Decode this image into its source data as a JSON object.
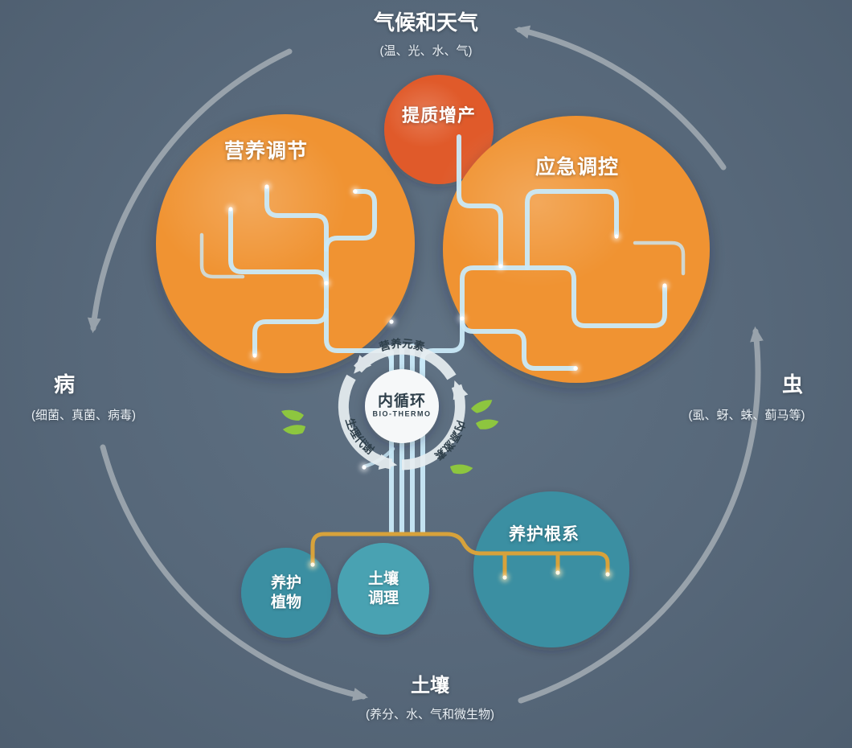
{
  "colors": {
    "bg": "#57687a",
    "bg-light": "#607284",
    "orange": "#f09330",
    "orange-deep": "#e05a2b",
    "teal": "#3a8fa2",
    "teal-light": "#49a2b2",
    "branch": "#c9e9f8",
    "root": "#d7a23b",
    "leaf": "#8dc63f",
    "arc": "#a4adb4",
    "ring": "#e8eef1"
  },
  "outer": {
    "top": {
      "title": "气候和天气",
      "sub": "(温、光、水、气)"
    },
    "left": {
      "title": "病",
      "sub": "(细菌、真菌、病毒)"
    },
    "right": {
      "title": "虫",
      "sub": "(虱、蚜、蛛、蓟马等)"
    },
    "bottom": {
      "title": "土壤",
      "sub": "(养分、水、气和微生物)"
    }
  },
  "bubbles": {
    "nutrition": {
      "label": "营养调节"
    },
    "quality": {
      "label": "提质增产"
    },
    "emergency": {
      "label": "应急调控"
    },
    "plant": {
      "label": "养护植物"
    },
    "soil": {
      "label": "土壤调理"
    },
    "roots": {
      "label": "养护根系"
    }
  },
  "hub": {
    "title": "内循环",
    "subtitle": "BIO-THERMO",
    "cycle": {
      "top": "营养元素",
      "right": "内源激素",
      "left": "生理代谢"
    }
  }
}
